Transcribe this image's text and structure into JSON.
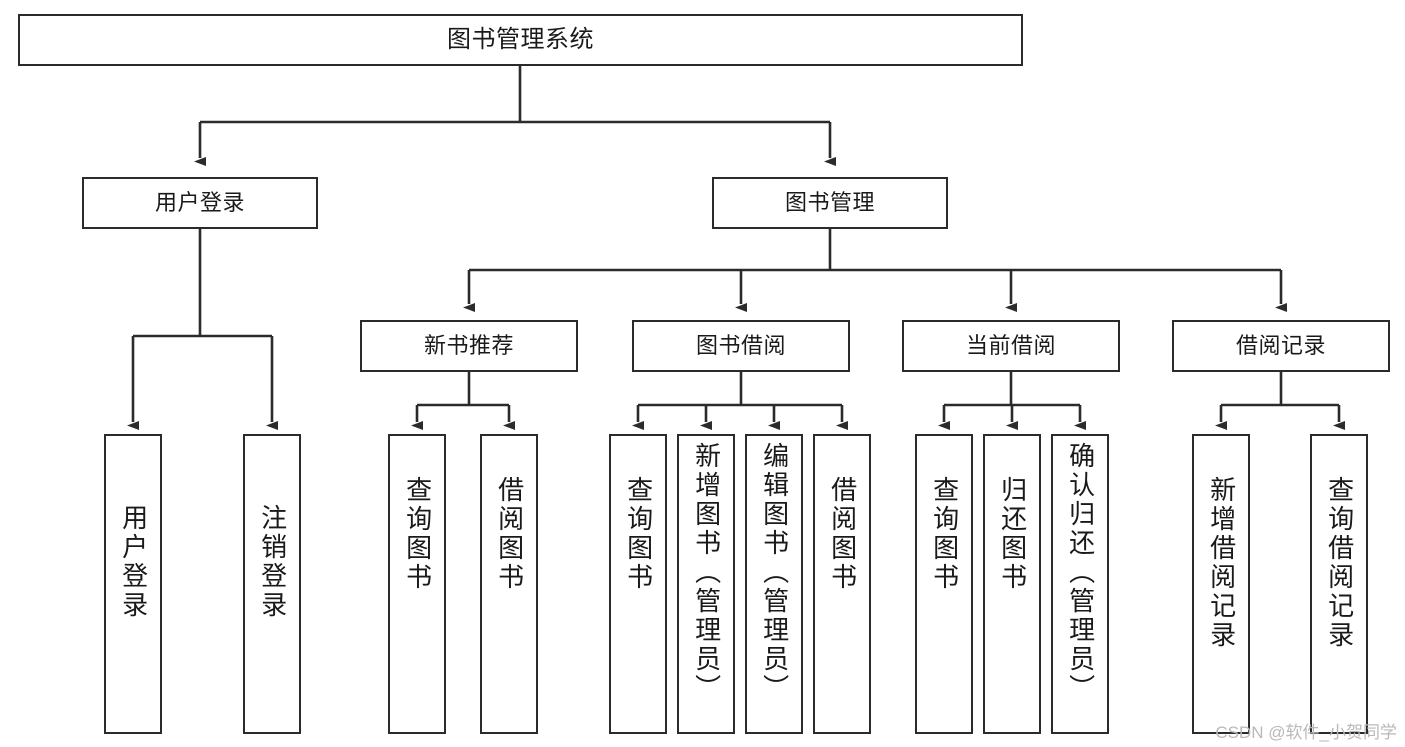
{
  "diagram": {
    "title": "图书管理系统",
    "type": "hierarchy-tree",
    "root": {
      "id": "root",
      "label": "图书管理系统"
    },
    "level2": [
      {
        "id": "user-login",
        "label": "用户登录"
      },
      {
        "id": "book-management",
        "label": "图书管理"
      }
    ],
    "level3": [
      {
        "id": "new-book-recommend",
        "label": "新书推荐"
      },
      {
        "id": "book-borrow",
        "label": "图书借阅"
      },
      {
        "id": "current-borrow",
        "label": "当前借阅"
      },
      {
        "id": "borrow-record",
        "label": "借阅记录"
      }
    ],
    "leaves": {
      "user_login": [
        {
          "id": "leaf-user-login",
          "label": "用户登录"
        },
        {
          "id": "leaf-logout-login",
          "label": "注销登录"
        }
      ],
      "new_book_recommend": [
        {
          "id": "leaf-query-book-1",
          "label": "查询图书"
        },
        {
          "id": "leaf-borrow-book-1",
          "label": "借阅图书"
        }
      ],
      "book_borrow": [
        {
          "id": "leaf-query-book-2",
          "label": "查询图书"
        },
        {
          "id": "leaf-add-book",
          "label": "新增图书（管理员）"
        },
        {
          "id": "leaf-edit-book",
          "label": "编辑图书（管理员）"
        },
        {
          "id": "leaf-borrow-book-2",
          "label": "借阅图书"
        }
      ],
      "current_borrow": [
        {
          "id": "leaf-query-book-3",
          "label": "查询图书"
        },
        {
          "id": "leaf-return-book",
          "label": "归还图书"
        },
        {
          "id": "leaf-confirm-return",
          "label": "确认归还（管理员）"
        }
      ],
      "borrow_record": [
        {
          "id": "leaf-add-record",
          "label": "新增借阅记录"
        },
        {
          "id": "leaf-query-record",
          "label": "查询借阅记录"
        }
      ]
    }
  },
  "watermark": {
    "text": "CSDN @软件_小贺同学"
  },
  "colors": {
    "border": "#2b2b2b",
    "background": "#ffffff",
    "text": "#1a1a1a",
    "watermark": "#b9b9b9"
  }
}
